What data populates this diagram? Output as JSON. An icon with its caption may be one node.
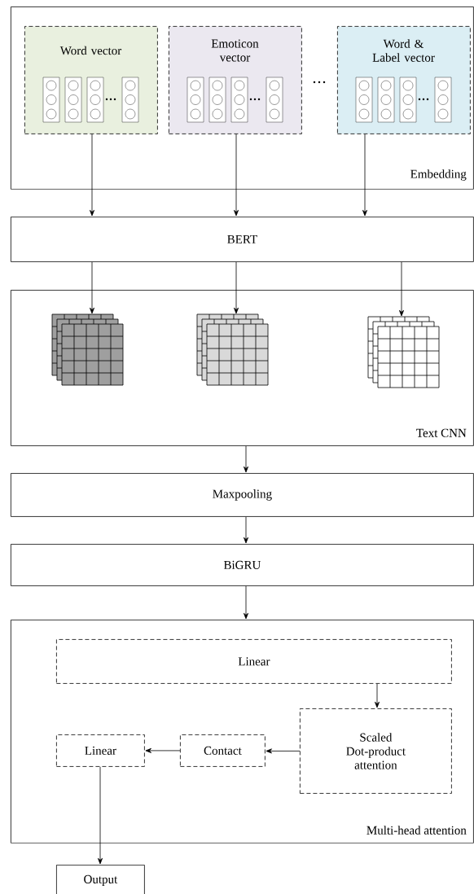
{
  "diagram": {
    "nodes": [
      {
        "text": [
          "Embedding"
        ]
      },
      {
        "text": [
          "Word vector"
        ],
        "in": 0
      },
      {
        "text": [
          "Emoticon vector"
        ],
        "in": 0
      },
      {
        "text": [
          "Word & Label vector"
        ],
        "in": 0
      },
      {
        "text": [
          "BERT"
        ]
      },
      {
        "text": [
          "Text CNN"
        ]
      },
      {
        "text": [],
        "shape": "box",
        "in": 5
      },
      {
        "text": [],
        "shape": "box",
        "in": 5
      },
      {
        "text": [],
        "shape": "box",
        "in": 5
      },
      {
        "text": [
          "Maxpooling"
        ]
      },
      {
        "text": [
          "BiGRU"
        ]
      },
      {
        "text": [
          "Multi-head attention"
        ]
      },
      {
        "text": [
          "Linear"
        ],
        "in": 11
      },
      {
        "text": [
          "Scaled Dot-product attention"
        ],
        "in": 11
      },
      {
        "text": [
          "Contact"
        ],
        "in": 11
      },
      {
        "text": [
          "Linear"
        ],
        "in": 11
      },
      {
        "text": [
          "Output"
        ]
      }
    ],
    "edges": [
      {
        "from": 1,
        "to": 4,
        "arrow": "to"
      },
      {
        "from": 2,
        "to": 4,
        "arrow": "to"
      },
      {
        "from": 3,
        "to": 4,
        "arrow": "to"
      },
      {
        "from": 4,
        "to": 6,
        "arrow": "to"
      },
      {
        "from": 4,
        "to": 7,
        "arrow": "to"
      },
      {
        "from": 4,
        "to": 8,
        "arrow": "to"
      },
      {
        "from": 5,
        "to": 9,
        "arrow": "to"
      },
      {
        "from": 9,
        "to": 10,
        "arrow": "to"
      },
      {
        "from": 10,
        "to": 11,
        "arrow": "to"
      },
      {
        "from": 12,
        "to": 13,
        "arrow": "to"
      },
      {
        "from": 13,
        "to": 14,
        "arrow": "to"
      },
      {
        "from": 14,
        "to": 15,
        "arrow": "to"
      },
      {
        "from": 15,
        "to": 16,
        "arrow": "to"
      }
    ]
  }
}
